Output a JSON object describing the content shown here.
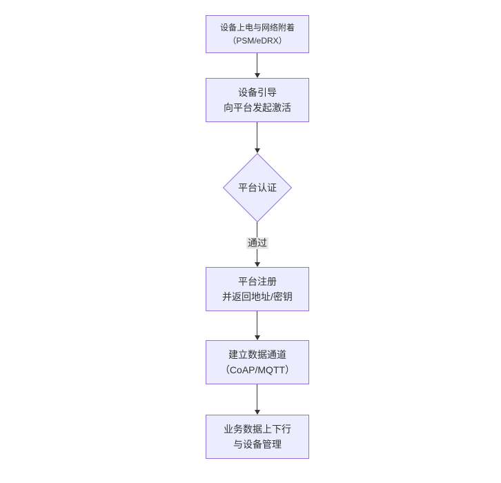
{
  "diagram": {
    "type": "flowchart",
    "direction": "top-down",
    "colors": {
      "node_fill": "#ECECFF",
      "node_border": "#9370DB",
      "edge": "#333333",
      "edge_label_bg": "#e8e8e8",
      "text": "#333333",
      "background": "#ffffff"
    },
    "nodes": [
      {
        "id": "power-on",
        "shape": "rect",
        "lines": [
          "设备上电与网络附着",
          "（PSM/eDRX）"
        ]
      },
      {
        "id": "bootstrap",
        "shape": "rect",
        "lines": [
          "设备引导",
          "向平台发起激活"
        ]
      },
      {
        "id": "auth",
        "shape": "diamond",
        "lines": [
          "平台认证"
        ]
      },
      {
        "id": "register",
        "shape": "rect",
        "lines": [
          "平台注册",
          "并返回地址/密钥"
        ]
      },
      {
        "id": "channel",
        "shape": "rect",
        "lines": [
          "建立数据通道",
          "（CoAP/MQTT）"
        ]
      },
      {
        "id": "business",
        "shape": "rect",
        "lines": [
          "业务数据上下行",
          "与设备管理"
        ]
      }
    ],
    "edges": [
      {
        "from": "power-on",
        "to": "bootstrap",
        "label": ""
      },
      {
        "from": "bootstrap",
        "to": "auth",
        "label": ""
      },
      {
        "from": "auth",
        "to": "register",
        "label": "通过"
      },
      {
        "from": "register",
        "to": "channel",
        "label": ""
      },
      {
        "from": "channel",
        "to": "business",
        "label": ""
      }
    ]
  }
}
